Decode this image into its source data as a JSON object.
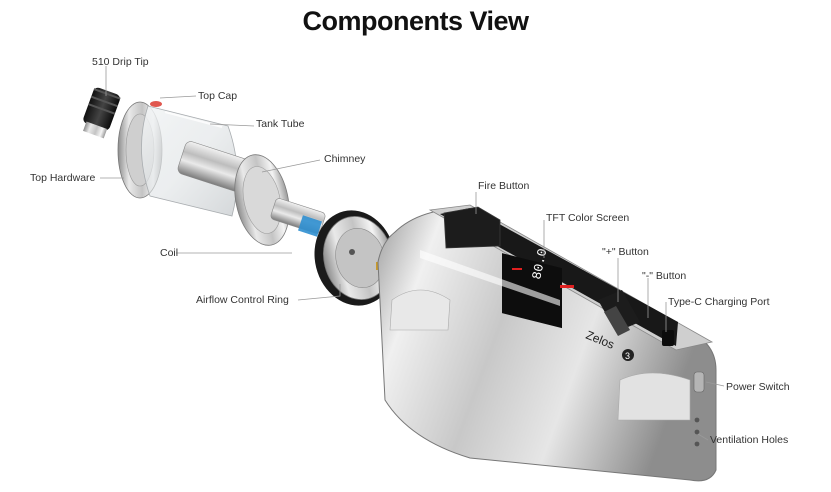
{
  "title": "Components View",
  "labels": {
    "drip_tip": "510 Drip Tip",
    "top_cap": "Top Cap",
    "tank_tube": "Tank Tube",
    "chimney": "Chimney",
    "top_hardware": "Top Hardware",
    "coil": "Coil",
    "airflow_ring": "Airflow Control Ring",
    "fire_button": "Fire Button",
    "tft_screen": "TFT Color Screen",
    "plus_button": "\"+\" Button",
    "minus_button": "\"-\" Button",
    "type_c_port": "Type-C Charging Port",
    "power_switch": "Power Switch",
    "ventilation_holes": "Ventilation Holes"
  },
  "device": {
    "brand": "Zelos",
    "brand_number": "3",
    "screen_reading": "80.0"
  },
  "colors": {
    "leader_line": "#9a9a9a",
    "steel_light": "#e4e4e4",
    "steel_dark": "#8a8a8a",
    "accent_blue": "#2f8fd0",
    "screen_red": "#e02020"
  }
}
